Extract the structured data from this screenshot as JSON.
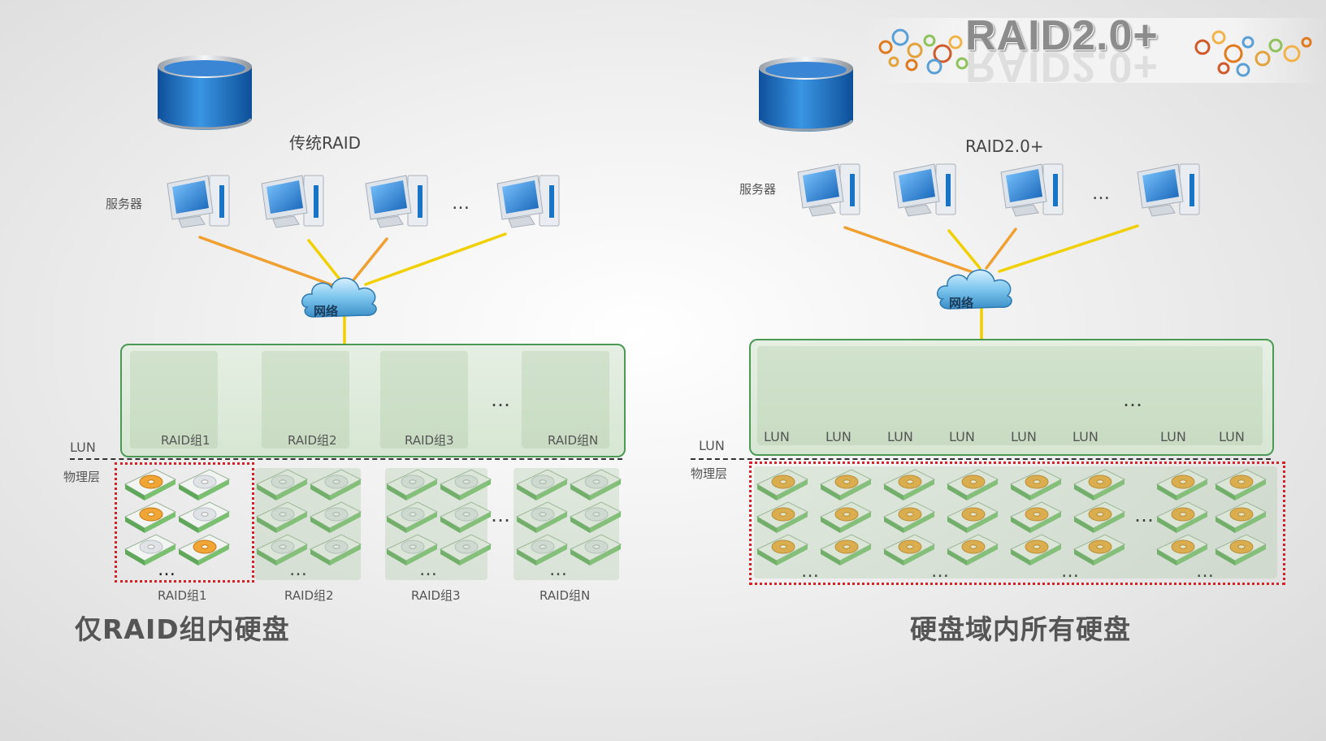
{
  "logo": {
    "text": "RAID2.0+"
  },
  "colors": {
    "blue": "#1a74c6",
    "orange": "#f0a030",
    "link_orange": "#f0a030",
    "link_yellow": "#f0d000",
    "green_border": "#4a9a55",
    "red_dotted": "#d0232a"
  },
  "left": {
    "title": "传统RAID",
    "server_label": "服务器",
    "ellipsis": "…",
    "cloud_label": "网络",
    "lun_label": "LUN",
    "physical_label": "物理层",
    "lun_groups": [
      "RAID组1",
      "RAID组2",
      "RAID组3",
      "RAID组N"
    ],
    "disk_groups": [
      "RAID组1",
      "RAID组2",
      "RAID组3",
      "RAID组N"
    ],
    "caption": "仅RAID组内硬盘"
  },
  "right": {
    "title": "RAID2.0+",
    "server_label": "服务器",
    "ellipsis": "…",
    "cloud_label": "网络",
    "lun_label": "LUN",
    "physical_label": "物理层",
    "luns": [
      "LUN",
      "LUN",
      "LUN",
      "LUN",
      "LUN",
      "LUN",
      "LUN",
      "LUN"
    ],
    "caption": "硬盘域内所有硬盘"
  }
}
